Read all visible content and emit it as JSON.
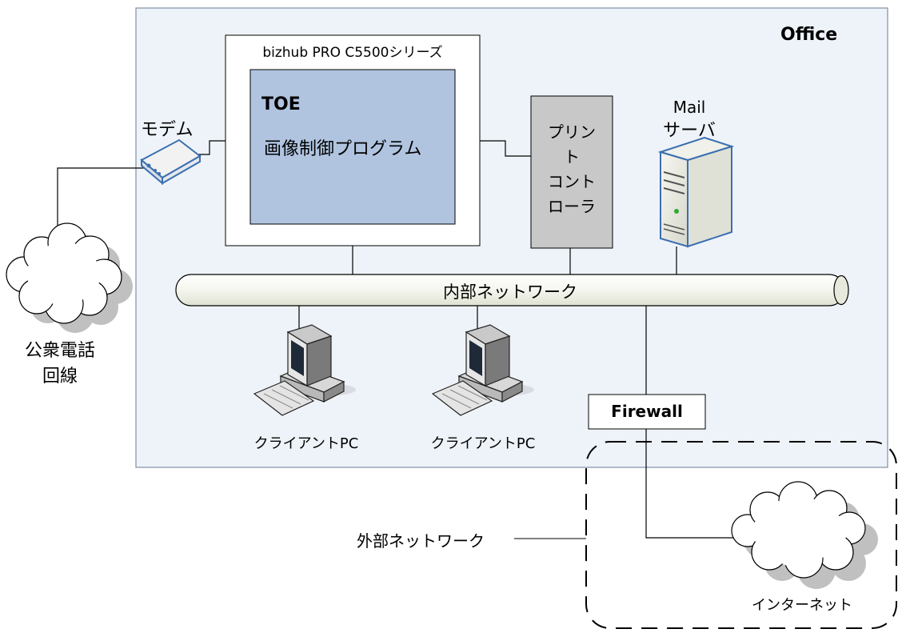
{
  "office": {
    "title": "Office"
  },
  "product": {
    "title": "bizhub PRO C5500シリーズ"
  },
  "toe": {
    "title": "TOE",
    "subtitle": "画像制御プログラム"
  },
  "modem": {
    "label": "モデム"
  },
  "print_controller": {
    "lines": [
      "プリン",
      "ト",
      "コント",
      "ローラ"
    ]
  },
  "mail_server": {
    "lines": [
      "Mail",
      "サーバ"
    ]
  },
  "internal_network": {
    "label": "内部ネットワーク"
  },
  "clients": [
    {
      "label": "クライアントPC"
    },
    {
      "label": "クライアントPC"
    }
  ],
  "firewall": {
    "label": "Firewall"
  },
  "pstn": {
    "lines": [
      "公衆電話",
      "回線"
    ]
  },
  "external_network": {
    "label": "外部ネットワーク"
  },
  "internet": {
    "label": "インターネット"
  },
  "colors": {
    "office_bg": "#eef3f9",
    "toe_fill": "#b0c4e0",
    "controller_fill": "#c8c8c8",
    "device_accent": "#3b6fb0"
  }
}
